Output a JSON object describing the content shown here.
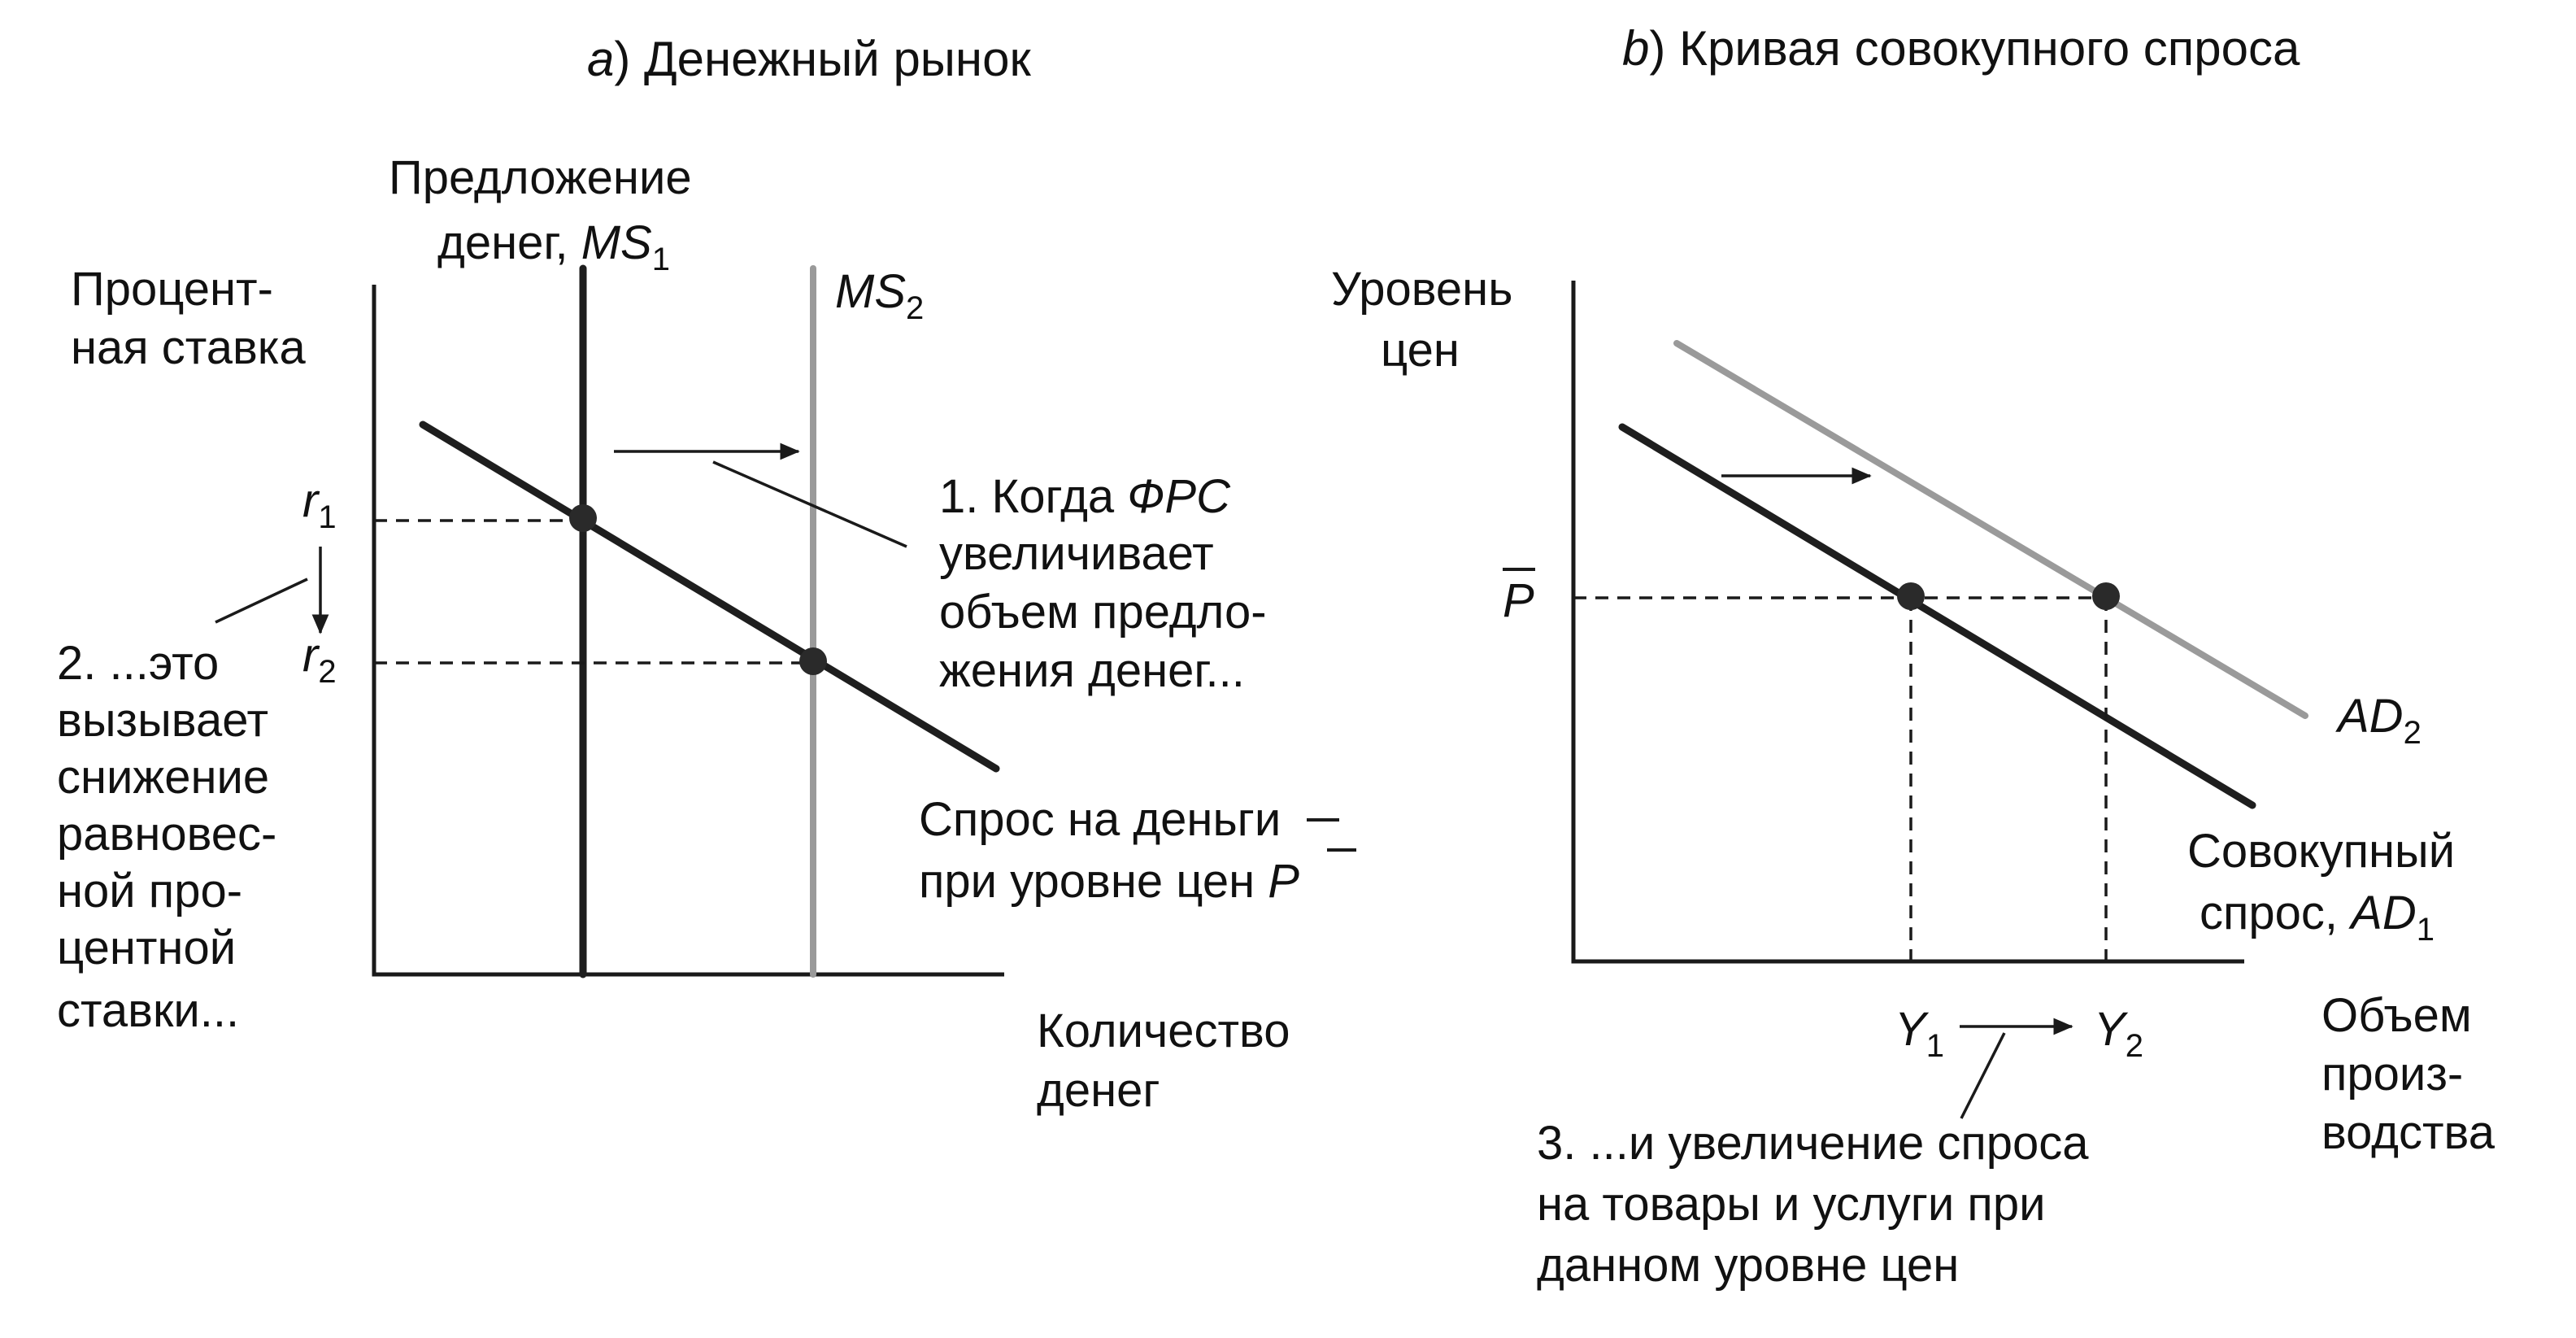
{
  "panel_a": {
    "title_letter": "a",
    "title_text": ") Денежный рынок",
    "y_axis_label_line1": "Процент-",
    "y_axis_label_line2": "ная ставка",
    "x_axis_label_line1": "Количество",
    "x_axis_label_line2": "денег",
    "ms1_label_line1": "Предложение",
    "ms1_label_line2": "денег, ",
    "ms1_symbol": "MS",
    "ms1_sub": "1",
    "ms2_symbol": "MS",
    "ms2_sub": "2",
    "r1_symbol": "r",
    "r1_sub": "1",
    "r2_symbol": "r",
    "r2_sub": "2",
    "demand_label_line1": "Спрос на деньги",
    "demand_label_line2": "при уровне цен ",
    "demand_price_symbol": "P",
    "note1_line1_prefix": "1. Когда ",
    "note1_line1_italic": "ФРС",
    "note1_line2": "увеличивает",
    "note1_line3": "объем предло-",
    "note1_line4": "жения денег...",
    "note2_lines": [
      "2. ...это",
      "вызывает",
      "снижение",
      "равновес-",
      "ной про-",
      "центной",
      "ставки..."
    ]
  },
  "panel_b": {
    "title_letter": "b",
    "title_text": ") Кривая совокупного спроса",
    "y_axis_label_line1": "Уровень",
    "y_axis_label_line2": "цен",
    "x_axis_label_lines": [
      "Объем",
      "произ-",
      "водства"
    ],
    "price_symbol": "P",
    "ad2_symbol": "AD",
    "ad2_sub": "2",
    "ad1_label_line1": "Совокупный",
    "ad1_label_line2": "спрос, ",
    "ad1_symbol": "AD",
    "ad1_sub": "1",
    "y1_symbol": "Y",
    "y1_sub": "1",
    "y2_symbol": "Y",
    "y2_sub": "2",
    "note3_lines": [
      "3. ...и увеличение спроса",
      "на товары и услуги при",
      "данном уровне цен"
    ]
  },
  "colors": {
    "ink": "#1e1e1e",
    "shifted_curve": "#9a9a9a",
    "background": "#ffffff"
  }
}
